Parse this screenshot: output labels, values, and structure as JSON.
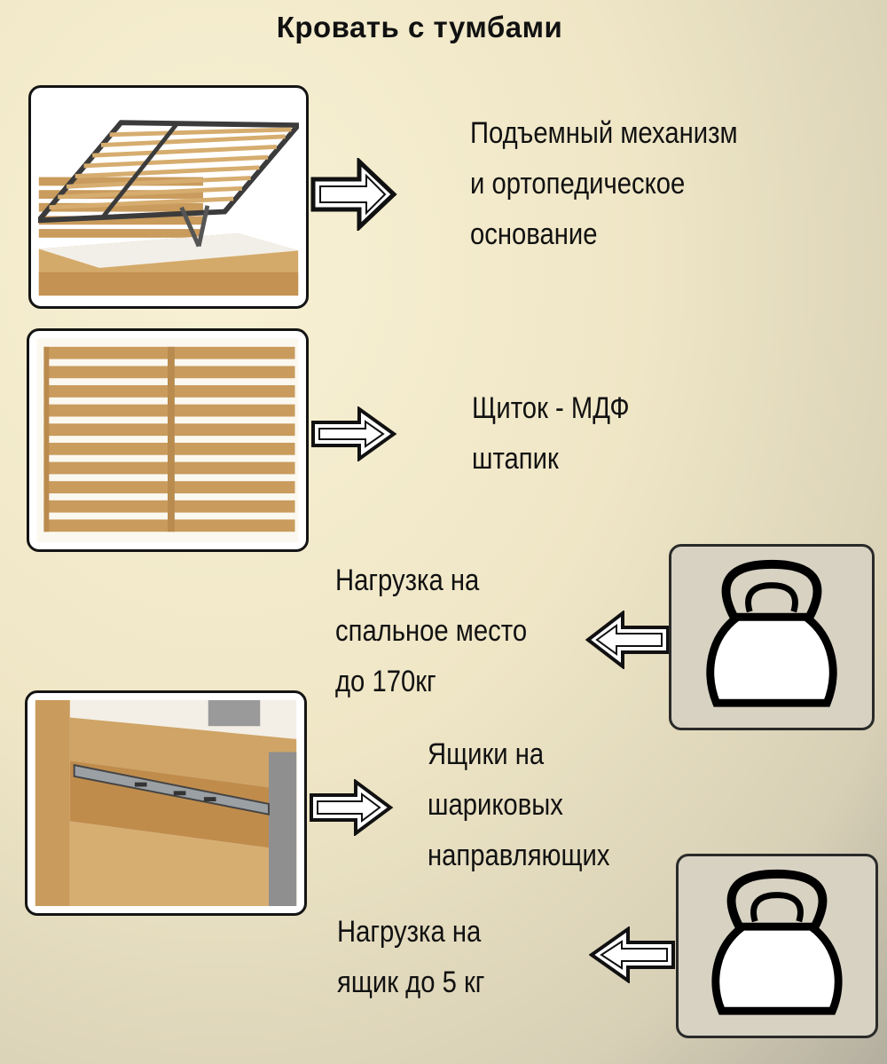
{
  "title": "Кровать с тумбами",
  "features": [
    {
      "lines": [
        "Подъемный механизм",
        "и ортопедическое",
        "основание"
      ]
    },
    {
      "lines": [
        "Щиток - МДФ",
        "штапик"
      ]
    },
    {
      "lines": [
        "Нагрузка на",
        "спальное место",
        "до 170кг"
      ]
    },
    {
      "lines": [
        "Ящики на",
        "шариковых",
        "направляющих"
      ]
    },
    {
      "lines": [
        "Нагрузка на",
        "ящик до 5 кг"
      ]
    }
  ],
  "icons": [
    "kettlebell-icon",
    "kettlebell-icon"
  ],
  "colors": {
    "wood": "#c8a063",
    "metal": "#3b3b3b",
    "panel": "#d7d2c2"
  }
}
